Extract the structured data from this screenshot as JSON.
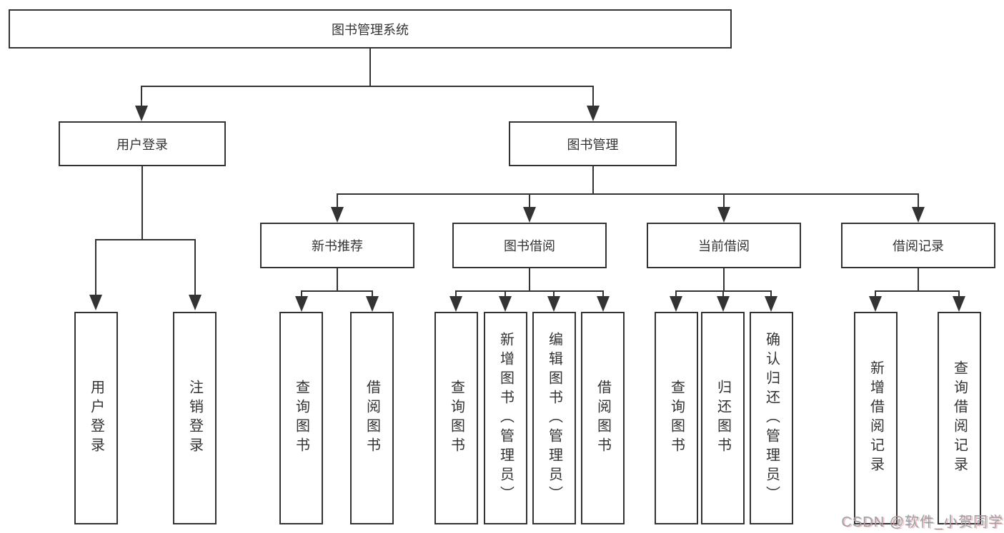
{
  "diagram_title": "图书管理系统",
  "colors": {
    "line": "#333333",
    "box_background": "#ffffff",
    "text": "#333333",
    "watermark_text": "#9ba0a6",
    "watermark_shadow": "#d64d4d"
  },
  "tree": {
    "label": "图书管理系统",
    "children": [
      {
        "label": "用户登录",
        "children": [
          {
            "label": "用户登录"
          },
          {
            "label": "注销登录"
          }
        ]
      },
      {
        "label": "图书管理",
        "children": [
          {
            "label": "新书推荐",
            "children": [
              {
                "label": "查询图书"
              },
              {
                "label": "借阅图书"
              }
            ]
          },
          {
            "label": "图书借阅",
            "children": [
              {
                "label": "查询图书"
              },
              {
                "label": "新增图书（管理员）"
              },
              {
                "label": "编辑图书（管理员）"
              },
              {
                "label": "借阅图书"
              }
            ]
          },
          {
            "label": "当前借阅",
            "children": [
              {
                "label": "查询图书"
              },
              {
                "label": "归还图书"
              },
              {
                "label": "确认归还（管理员）"
              }
            ]
          },
          {
            "label": "借阅记录",
            "children": [
              {
                "label": "新增借阅记录"
              },
              {
                "label": "查询借阅记录"
              }
            ]
          }
        ]
      }
    ]
  },
  "watermark": {
    "text": "CSDN @软件_小贺同学"
  }
}
